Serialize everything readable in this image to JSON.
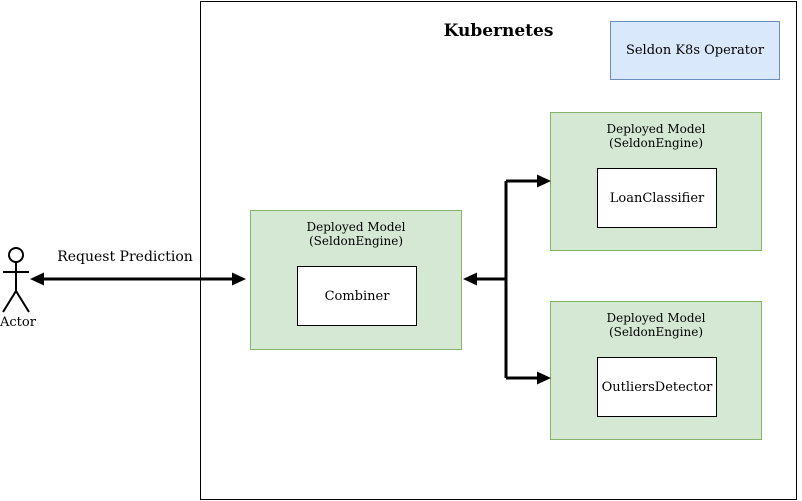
{
  "diagram": {
    "title": "Kubernetes",
    "actor_label": "Actor",
    "request_label": "Request Prediction",
    "operator_box_label": "Seldon K8s Operator",
    "deployed_models": [
      {
        "title_line1": "Deployed Model",
        "title_line2": "(SeldonEngine)",
        "inner_label": "Combiner"
      },
      {
        "title_line1": "Deployed Model",
        "title_line2": "(SeldonEngine)",
        "inner_label": "LoanClassifier"
      },
      {
        "title_line1": "Deployed Model",
        "title_line2": "(SeldonEngine)",
        "inner_label": "OutliersDetector"
      }
    ],
    "colors": {
      "model_fill": "#d5e8d4",
      "model_border": "#82b366",
      "operator_fill": "#dae8fc",
      "operator_border": "#6c8ebf",
      "line_color": "#000000"
    }
  }
}
